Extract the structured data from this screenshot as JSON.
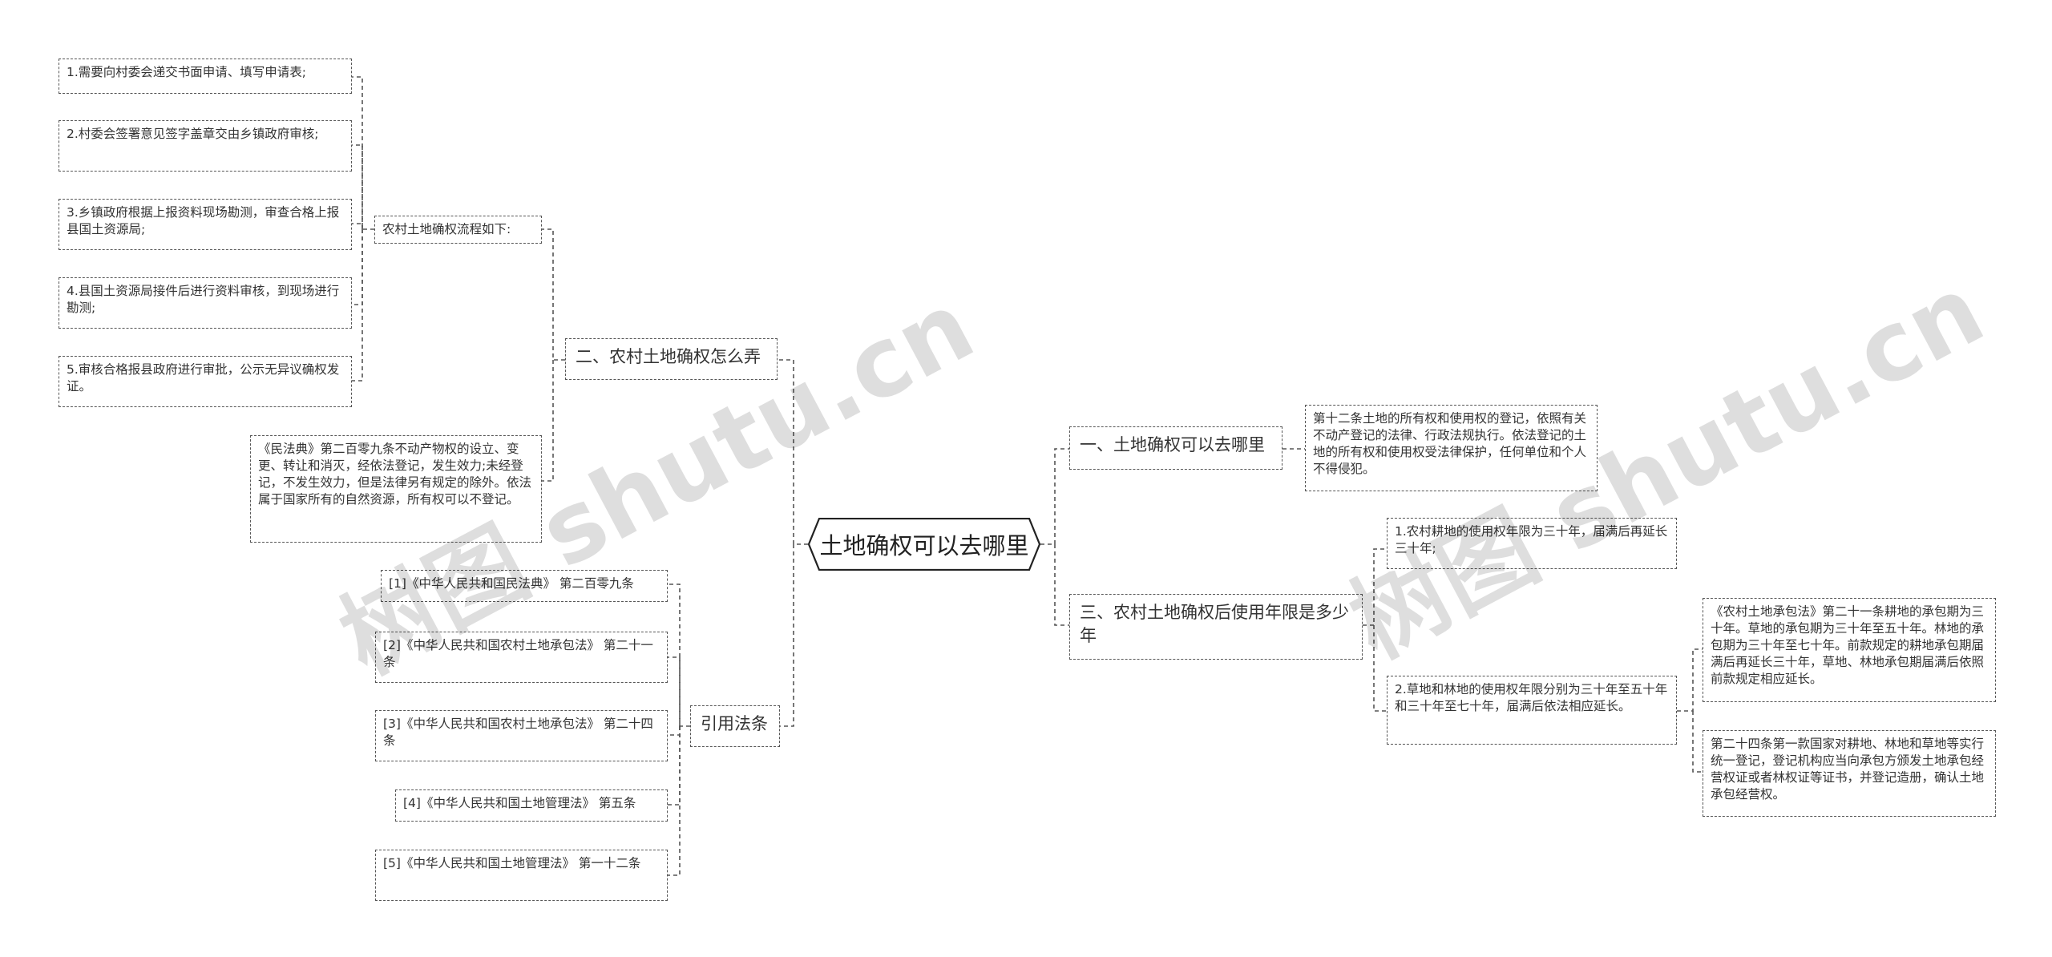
{
  "root": {
    "label": "土地确权可以去哪里"
  },
  "branches": {
    "b1": {
      "label": "一、土地确权可以去哪里"
    },
    "b2": {
      "label": "二、农村土地确权怎么弄"
    },
    "b3": {
      "label": "三、农村土地确权后使用年限是多少年"
    },
    "b4": {
      "label": "引用法条"
    }
  },
  "nodes": {
    "b1_text": "第十二条土地的所有权和使用权的登记，依照有关不动产登记的法律、行政法规执行。依法登记的土地的所有权和使用权受法律保护，任何单位和个人不得侵犯。",
    "process_title": "农村土地确权流程如下:",
    "steps": [
      "1.需要向村委会递交书面申请、填写申请表;",
      "2.村委会签署意见签字盖章交由乡镇政府审核;",
      "3.乡镇政府根据上报资料现场勘测，审查合格上报县国土资源局;",
      "4.县国土资源局接件后进行资料审核，到现场进行勘测;",
      "5.审核合格报县政府进行审批，公示无异议确权发证。"
    ],
    "civil_code": "《民法典》第二百零九条不动产物权的设立、变更、转让和消灭，经依法登记，发生效力;未经登记，不发生效力，但是法律另有规定的除外。依法属于国家所有的自然资源，所有权可以不登记。",
    "b3_items": [
      "1.农村耕地的使用权年限为三十年，届满后再延长三十年;",
      "2.草地和林地的使用权年限分别为三十年至五十年和三十年至七十年，届满后依法相应延长。"
    ],
    "b3_law1": "《农村土地承包法》第二十一条耕地的承包期为三十年。草地的承包期为三十年至五十年。林地的承包期为三十年至七十年。前款规定的耕地承包期届满后再延长三十年，草地、林地承包期届满后依照前款规定相应延长。",
    "b3_law2": "第二十四条第一款国家对耕地、林地和草地等实行统一登记，登记机构应当向承包方颁发土地承包经营权证或者林权证等证书，并登记造册，确认土地承包经营权。",
    "laws": [
      "[1]《中华人民共和国民法典》 第二百零九条",
      "[2]《中华人民共和国农村土地承包法》 第二十一条",
      "[3]《中华人民共和国农村土地承包法》 第二十四条",
      "[4]《中华人民共和国土地管理法》 第五条",
      "[5]《中华人民共和国土地管理法》 第一十二条"
    ]
  },
  "watermarks": [
    "树图 shutu.cn",
    "树图 shutu.cn"
  ],
  "colors": {
    "line": "#555555",
    "text": "#333333",
    "background": "#ffffff"
  }
}
